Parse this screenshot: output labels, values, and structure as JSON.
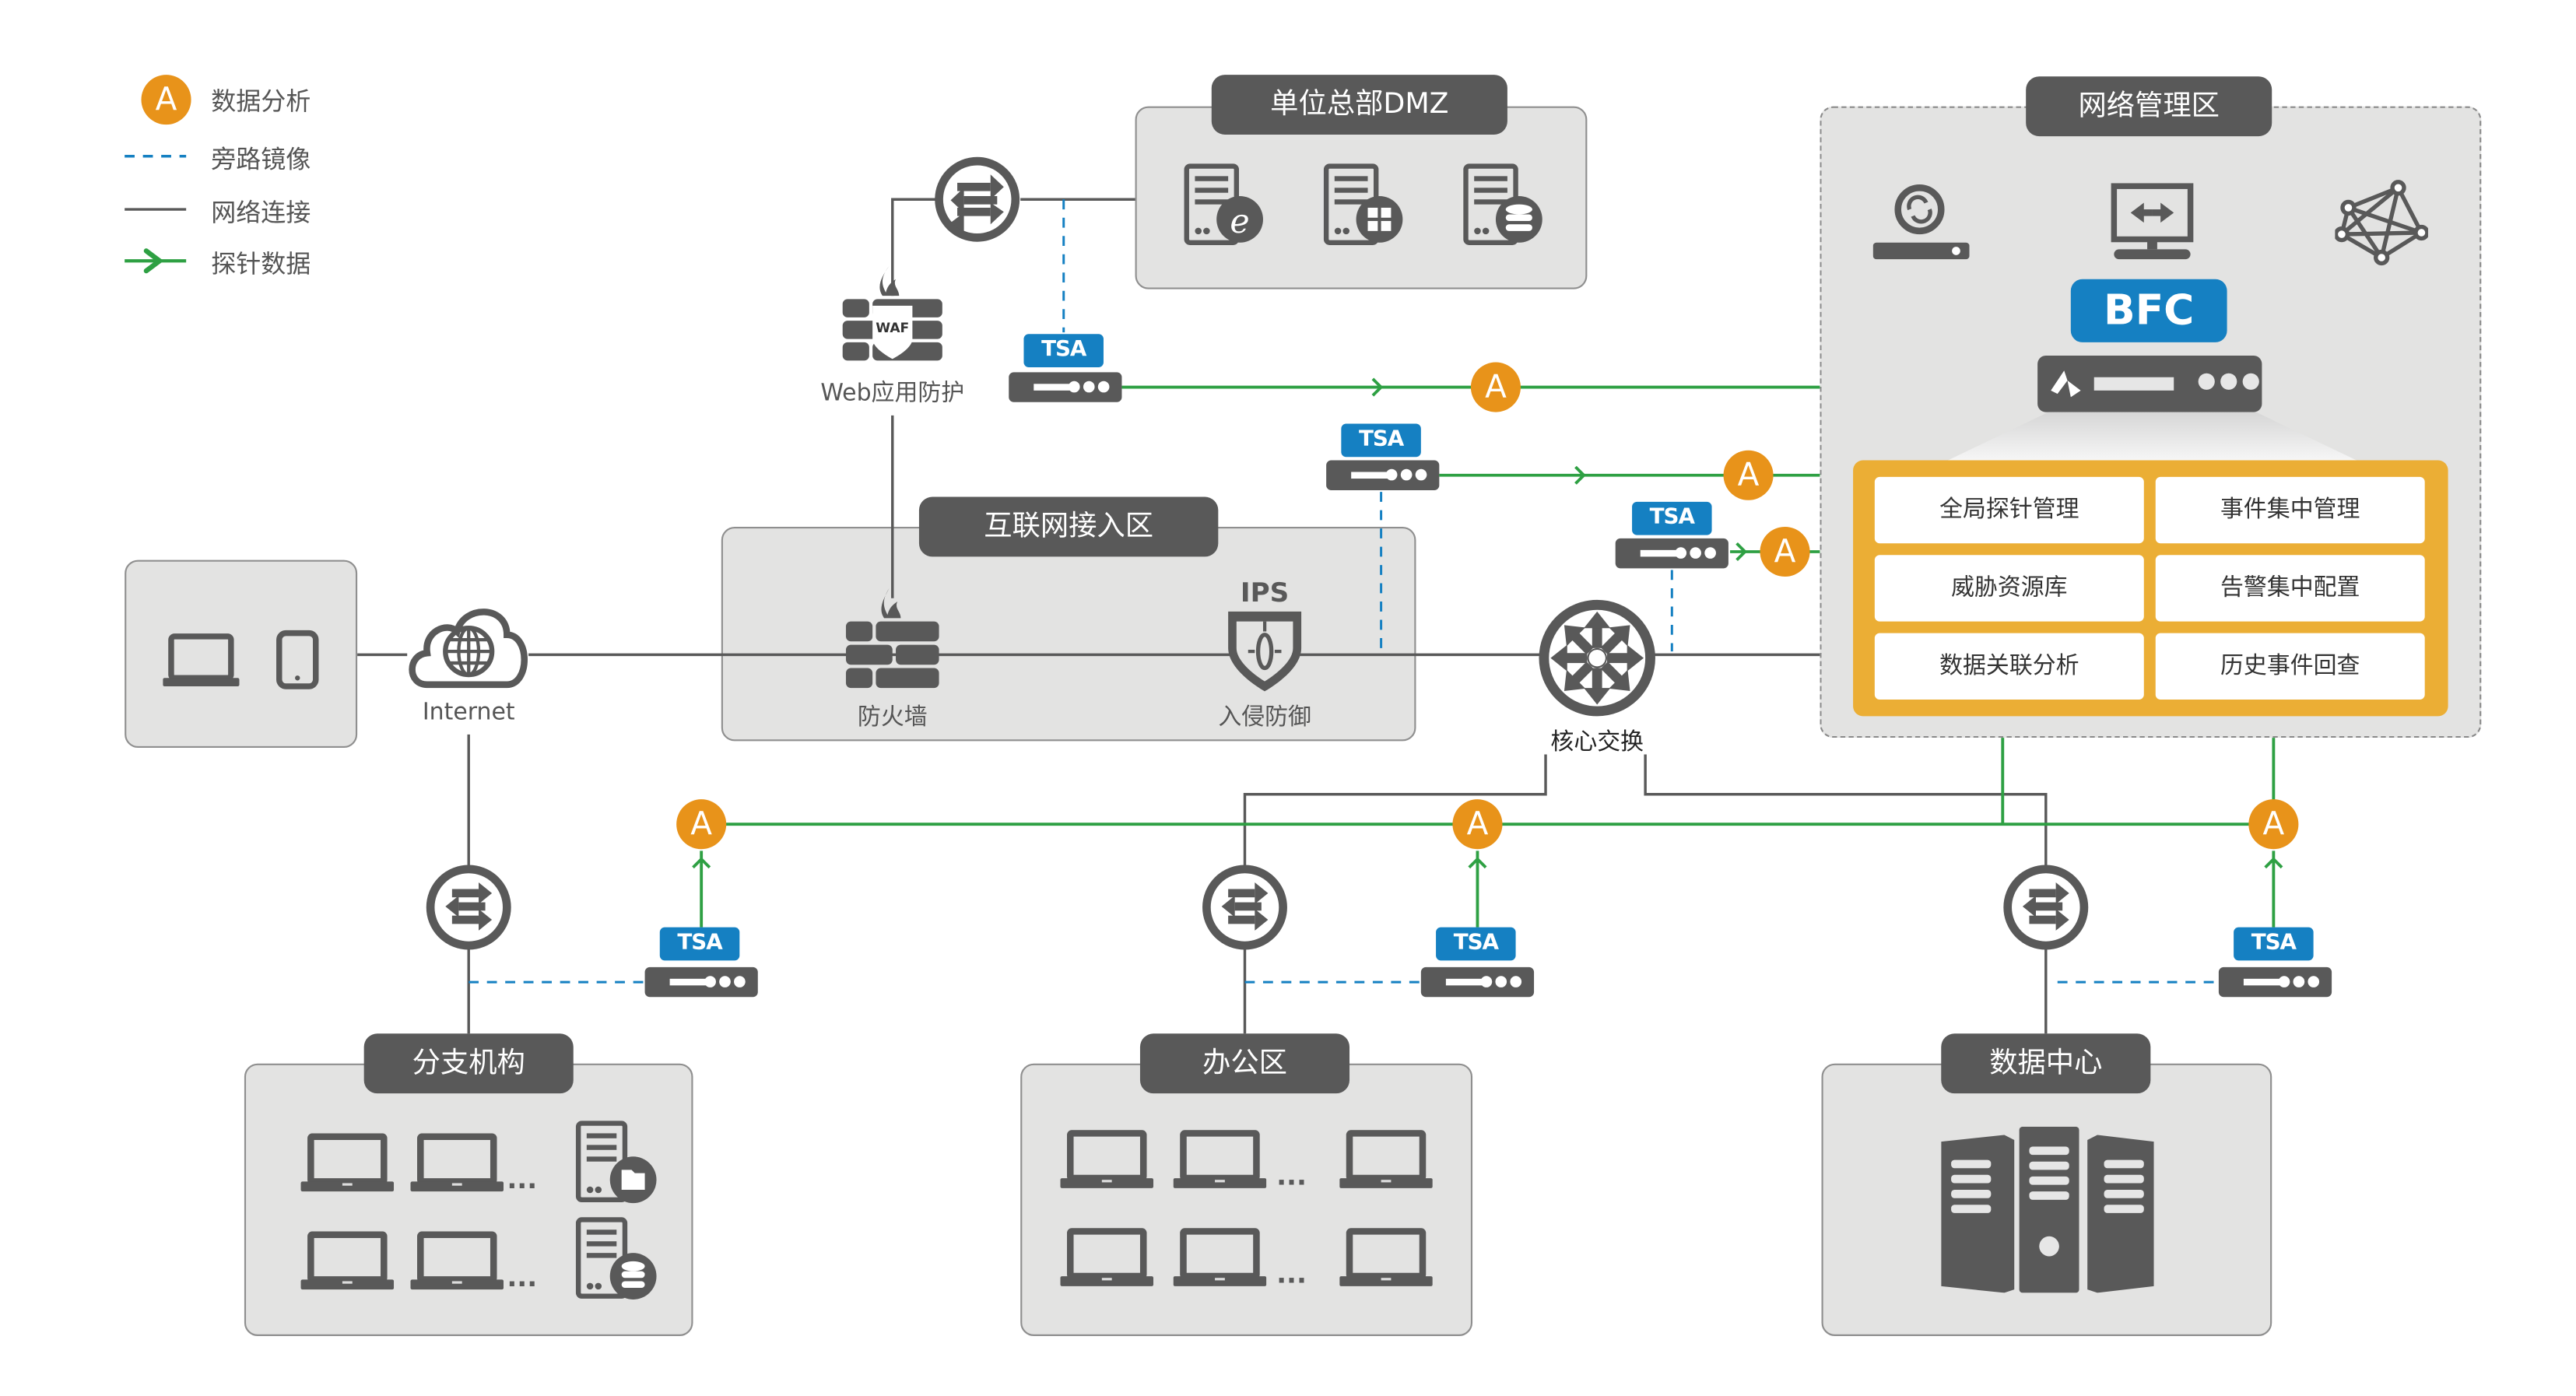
{
  "legend": {
    "items": [
      {
        "icon": "a-badge-icon",
        "badge_text": "A",
        "label": "数据分析"
      },
      {
        "icon": "dashed-blue-line",
        "label": "旁路镜像"
      },
      {
        "icon": "solid-gray-line",
        "label": "网络连接"
      },
      {
        "icon": "green-arrow-line",
        "label": "探针数据"
      }
    ]
  },
  "colors": {
    "analysis_orange": "#e8931a",
    "mirror_blue": "#1580c2",
    "network_gray": "#595959",
    "probe_green": "#2ea043",
    "zone_fill": "#e3e3e2",
    "function_panel_yellow": "#ebae35"
  },
  "zones": {
    "dmz": {
      "title": "单位总部DMZ",
      "servers": [
        "web-server-icon",
        "windows-server-icon",
        "database-server-icon"
      ]
    },
    "internet_access": {
      "title": "互联网接入区",
      "firewall_label": "防火墙",
      "ips_badge": "IPS",
      "ips_label": "入侵防御"
    },
    "management": {
      "title": "网络管理区",
      "bfc_label": "BFC",
      "functions": [
        "全局探针管理",
        "事件集中管理",
        "威胁资源库",
        "告警集中配置",
        "数据关联分析",
        "历史事件回查"
      ]
    },
    "branch": {
      "title": "分支机构",
      "ellipsis": "..."
    },
    "office": {
      "title": "办公区",
      "ellipsis": "..."
    },
    "datacenter": {
      "title": "数据中心"
    }
  },
  "nodes": {
    "waf_label": "Web应用防护",
    "waf_badge": "WAF",
    "internet_label": "Internet",
    "core_switch_label": "核心交换"
  },
  "tsa_label": "TSA",
  "analysis_badge": "A"
}
